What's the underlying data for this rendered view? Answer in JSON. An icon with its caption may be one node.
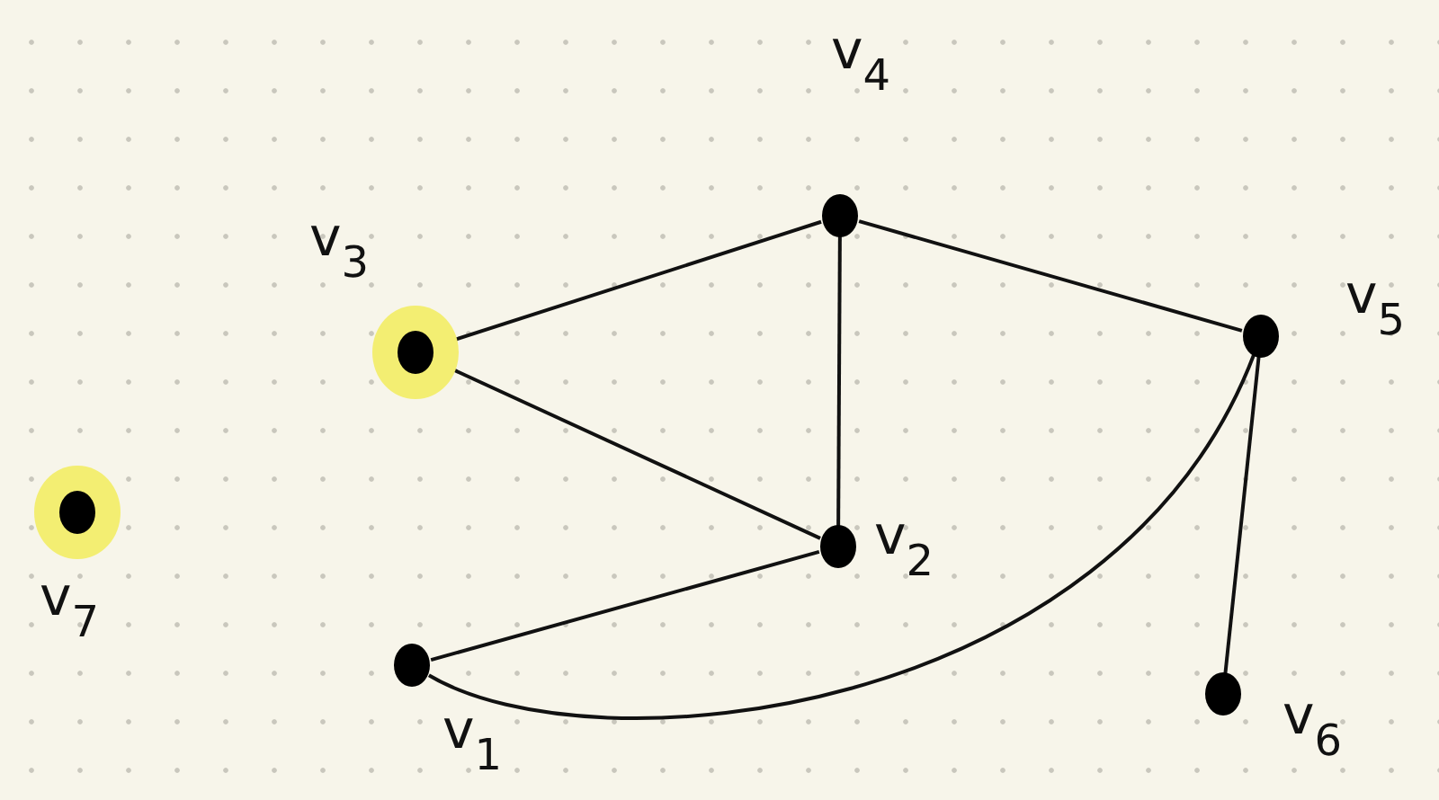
{
  "diagram": {
    "nodes": [
      {
        "text": [],
        "shape": "circle",
        "beside": [
          "v$_{1}$"
        ]
      },
      {
        "text": [],
        "shape": "circle",
        "beside": [
          "v$_{2}$"
        ]
      },
      {
        "text": [],
        "shape": "circle",
        "beside": [
          "v$_{3}$"
        ]
      },
      {
        "text": [],
        "shape": "circle",
        "beside": [
          "v$_{4}$"
        ]
      },
      {
        "text": [],
        "shape": "circle",
        "beside": [
          "v$_{5}$"
        ]
      },
      {
        "text": [],
        "shape": "circle",
        "beside": [
          "v$_{6}$"
        ]
      },
      {
        "text": [],
        "shape": "circle",
        "beside": [
          "v$_{7}$"
        ]
      }
    ],
    "edges": [
      {
        "from": 2,
        "to": 3,
        "arrow": "none"
      },
      {
        "from": 2,
        "to": 1,
        "arrow": "none"
      },
      {
        "from": 3,
        "to": 1,
        "arrow": "none"
      },
      {
        "from": 3,
        "to": 4,
        "arrow": "none"
      },
      {
        "from": 1,
        "to": 0,
        "arrow": "none"
      },
      {
        "from": 0,
        "to": 4,
        "arrow": "none"
      },
      {
        "from": 4,
        "to": 5,
        "arrow": "none"
      }
    ]
  }
}
